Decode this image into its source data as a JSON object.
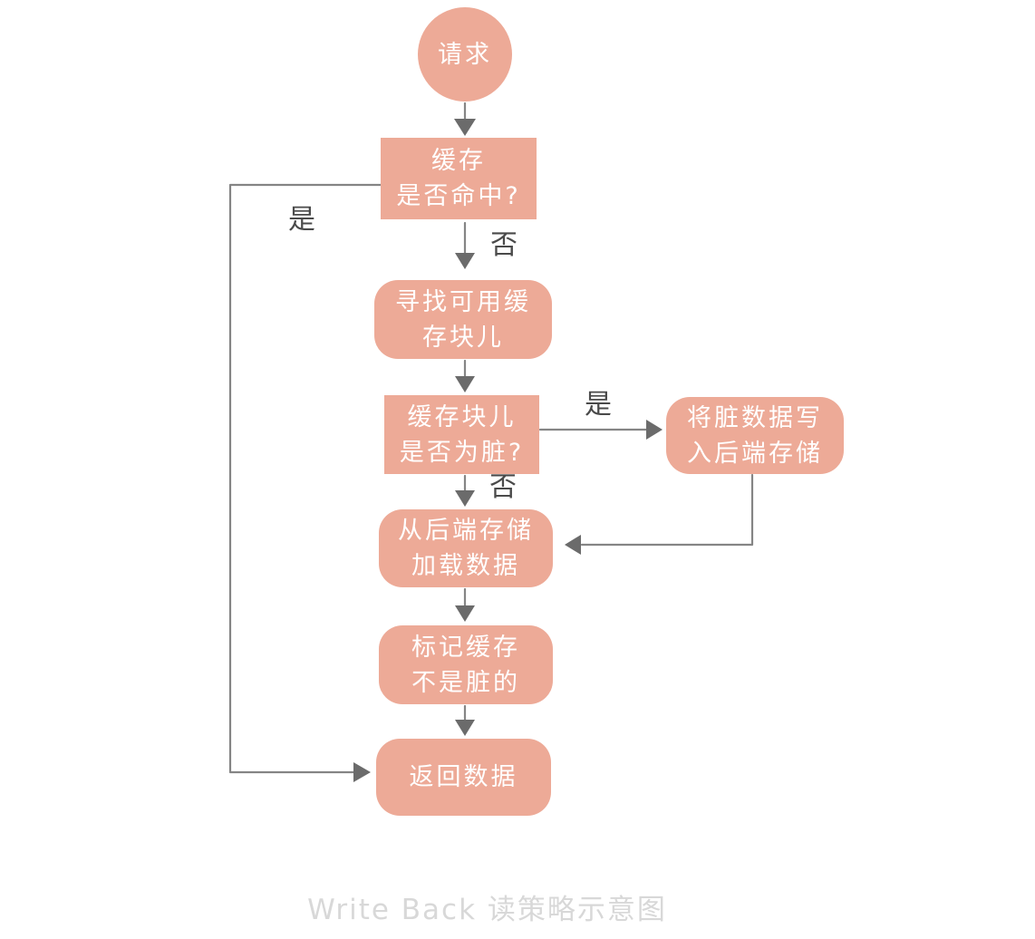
{
  "diagram": {
    "caption": "Write Back 读策略示意图",
    "nodes": {
      "start": {
        "label": "请求",
        "shape": "circle"
      },
      "cache_hit": {
        "label": "缓存\n是否命中?",
        "shape": "rect"
      },
      "find_block": {
        "label": "寻找可用缓\n存块儿",
        "shape": "rounded"
      },
      "is_dirty": {
        "label": "缓存块儿\n是否为脏?",
        "shape": "rect"
      },
      "write_dirty": {
        "label": "将脏数据写\n入后端存储",
        "shape": "rounded"
      },
      "load_data": {
        "label": "从后端存储\n加载数据",
        "shape": "rounded"
      },
      "mark_clean": {
        "label": "标记缓存\n不是脏的",
        "shape": "rounded"
      },
      "return_data": {
        "label": "返回数据",
        "shape": "rounded"
      }
    },
    "edge_labels": {
      "cache_hit_yes": "是",
      "cache_hit_no": "否",
      "dirty_yes": "是",
      "dirty_no": "否"
    },
    "colors": {
      "node_fill": "#edaa97",
      "node_text": "#ffffff",
      "line": "#858585",
      "arrowhead": "#6b6b6b",
      "edge_label": "#4a4a4a",
      "caption": "#d8d8d8",
      "background": "#ffffff"
    }
  }
}
